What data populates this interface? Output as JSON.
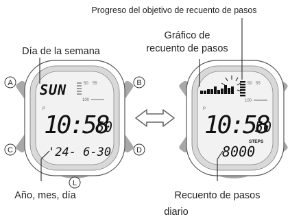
{
  "labels": {
    "goal_progress": "Progreso del objetivo de recuento de pasos",
    "graph_line1": "Gráfico de",
    "graph_line2": "recuento de pasos",
    "weekday": "Día de la semana",
    "date": "Año, mes, día",
    "daily_line1": "Recuento de pasos",
    "daily_line2": "diario"
  },
  "left_watch": {
    "weekday": "SUN",
    "indicator_p": "P",
    "time_main": "10:58",
    "time_seconds": "50",
    "date": "'24- 6-30",
    "scale_50": "50",
    "scale_55": "55",
    "scale_100": "100"
  },
  "right_watch": {
    "indicator_p": "P",
    "time_main": "10:58",
    "time_seconds": "50",
    "steps_label": "STEPS",
    "steps": "8000",
    "scale_50": "50",
    "scale_55": "55",
    "scale_100": "100"
  },
  "buttons": {
    "a": "A",
    "b": "B",
    "c": "C",
    "d": "D",
    "l": "L"
  },
  "colors": {
    "bezel": "#d9d9d9",
    "button": "#a8a8a8",
    "lcd_text": "#111111",
    "line": "#222222"
  }
}
